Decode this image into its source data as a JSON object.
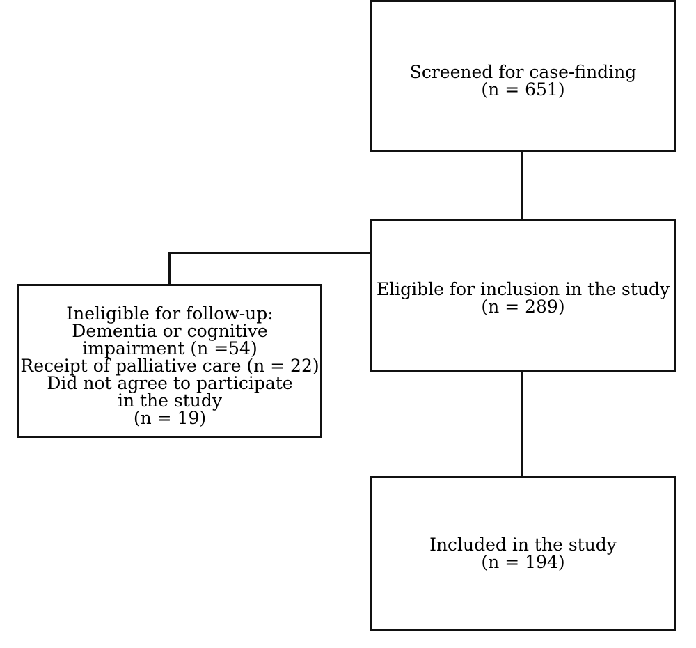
{
  "flowchart": {
    "screened": {
      "lines": [
        "Screened for case-finding",
        "(n = 651)"
      ]
    },
    "eligible": {
      "lines": [
        "Eligible for inclusion in the study",
        "(n = 289)"
      ]
    },
    "ineligible": {
      "lines": [
        "Ineligible for follow-up:",
        "Dementia or cognitive",
        "impairment (n =54)",
        "Receipt of palliative care (n = 22)",
        "Did not agree to participate",
        "in the study",
        "(n = 19)"
      ]
    },
    "included": {
      "lines": [
        "Included in the study",
        "(n = 194)"
      ]
    }
  }
}
